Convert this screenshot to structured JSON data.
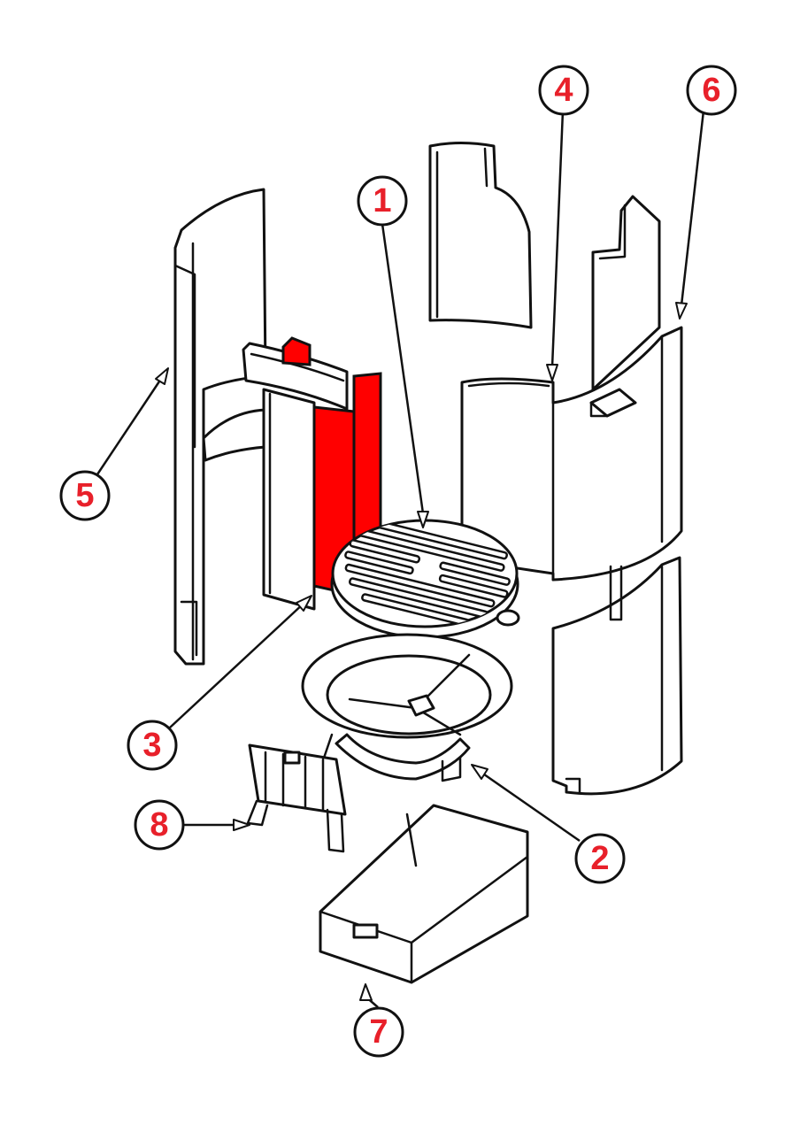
{
  "accent_color": "#e8202a",
  "highlight_color": "#ff0000",
  "callouts": [
    {
      "number": "1"
    },
    {
      "number": "2"
    },
    {
      "number": "3"
    },
    {
      "number": "4"
    },
    {
      "number": "5"
    },
    {
      "number": "6"
    },
    {
      "number": "7"
    },
    {
      "number": "8"
    }
  ]
}
